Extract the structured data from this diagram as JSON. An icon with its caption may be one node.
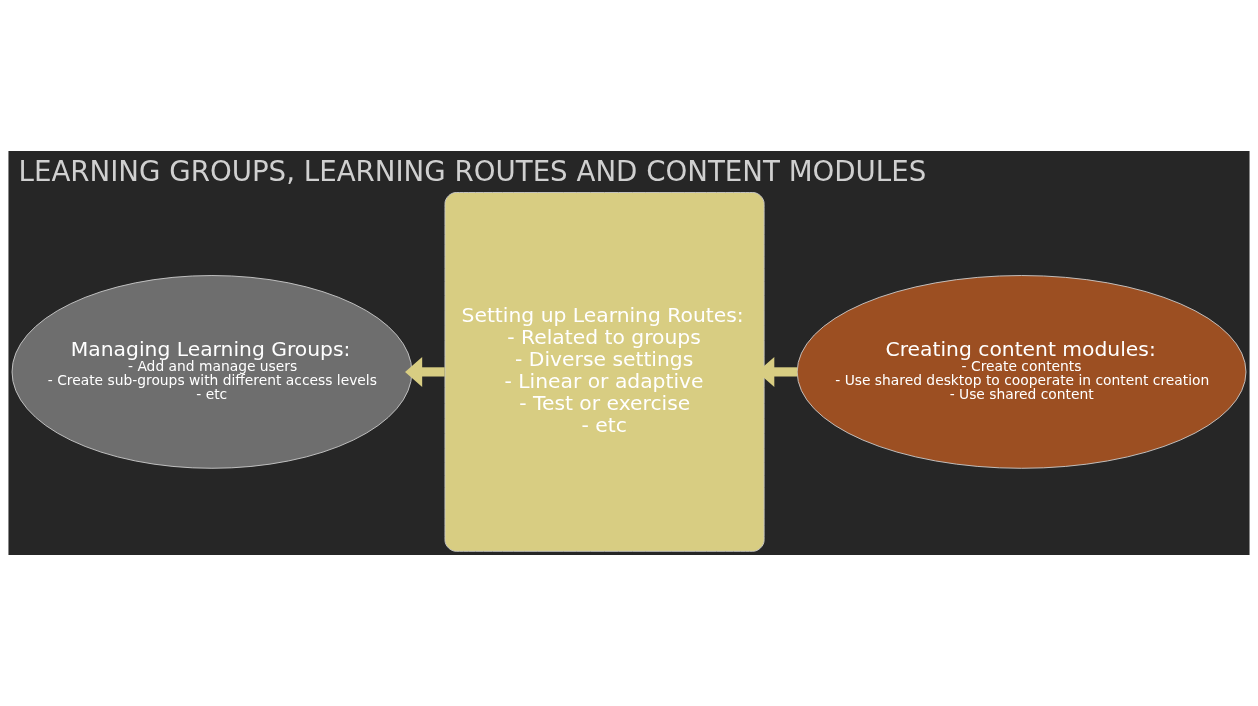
{
  "diagram": {
    "title": "LEARNING GROUPS, LEARNING ROUTES AND CONTENT MODULES",
    "nodes": [
      {
        "text": [
          "Managing Learning Groups:",
          "- Add and manage users",
          "- Create sub-groups with different access levels",
          "- etc"
        ]
      },
      {
        "text": [
          "Setting up Learning Routes:",
          "- Related to groups",
          "- Diverse settings",
          "- Linear or adaptive",
          "- Test or exercise",
          "- etc"
        ]
      },
      {
        "text": [
          "Creating content modules:",
          "- Create contents",
          "- Use shared desktop to cooperate in content creation",
          "- Use shared content"
        ]
      }
    ],
    "edges": [
      {
        "from": 1,
        "to": 0,
        "arrow": "to"
      },
      {
        "from": 2,
        "to": 1,
        "arrow": "to"
      }
    ]
  }
}
